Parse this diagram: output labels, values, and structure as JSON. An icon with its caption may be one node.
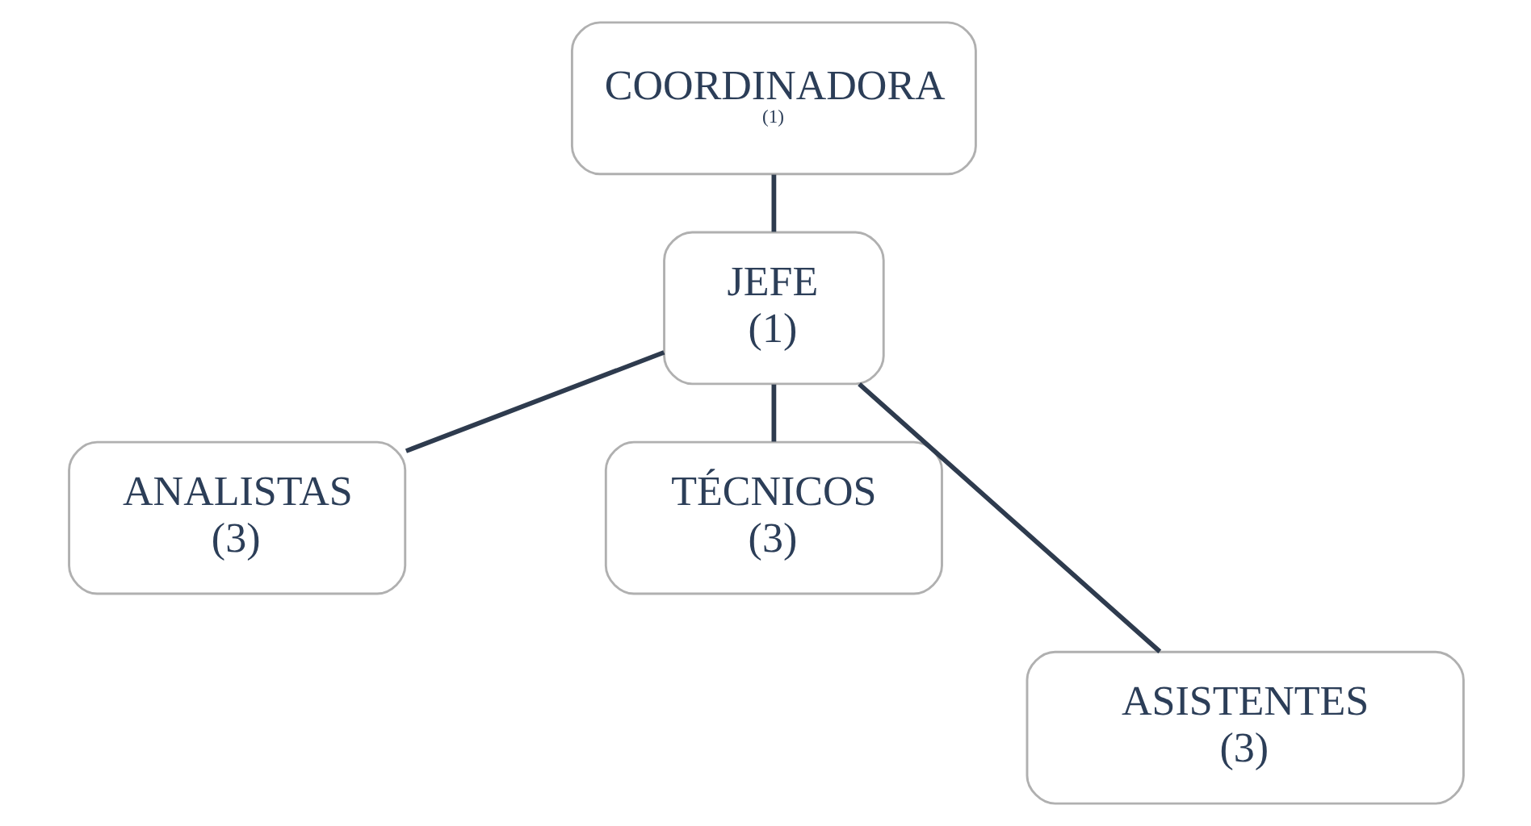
{
  "diagram": {
    "nodes": [
      {
        "text": [
          "COORDINADORA",
          "(1)"
        ]
      },
      {
        "text": [
          "JEFE",
          "(1)"
        ]
      },
      {
        "text": [
          "ANALISTAS",
          "(3)"
        ]
      },
      {
        "text": [
          "TÉCNICOS",
          "(3)"
        ]
      },
      {
        "text": [
          "ASISTENTES",
          "(3)"
        ]
      }
    ],
    "edges": [
      {
        "from": 0,
        "to": 1,
        "arrow": "none"
      },
      {
        "from": 1,
        "to": 2,
        "arrow": "none"
      },
      {
        "from": 1,
        "to": 4,
        "arrow": "none"
      },
      {
        "from": 1,
        "to": 3,
        "arrow": "none"
      }
    ]
  }
}
